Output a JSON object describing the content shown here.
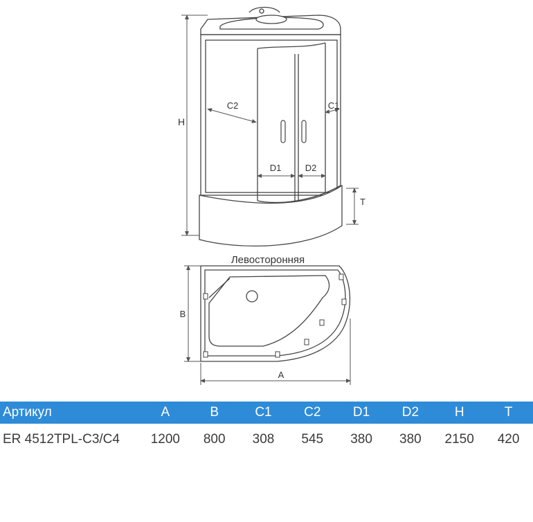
{
  "diagram": {
    "front_labels": {
      "height": "H",
      "side_panel": "C2",
      "door_panel": "C1",
      "door_left": "D1",
      "door_right": "D2",
      "tray": "T"
    },
    "plan_title": "Левосторонняя",
    "plan_labels": {
      "depth": "B",
      "width": "A"
    }
  },
  "table": {
    "headers": [
      "Артикул",
      "A",
      "B",
      "C1",
      "C2",
      "D1",
      "D2",
      "H",
      "T"
    ],
    "rows": [
      [
        "ER 4512TPL-C3/C4",
        "1200",
        "800",
        "308",
        "545",
        "380",
        "380",
        "2150",
        "420"
      ]
    ],
    "header_color": "#2e8bd8"
  }
}
